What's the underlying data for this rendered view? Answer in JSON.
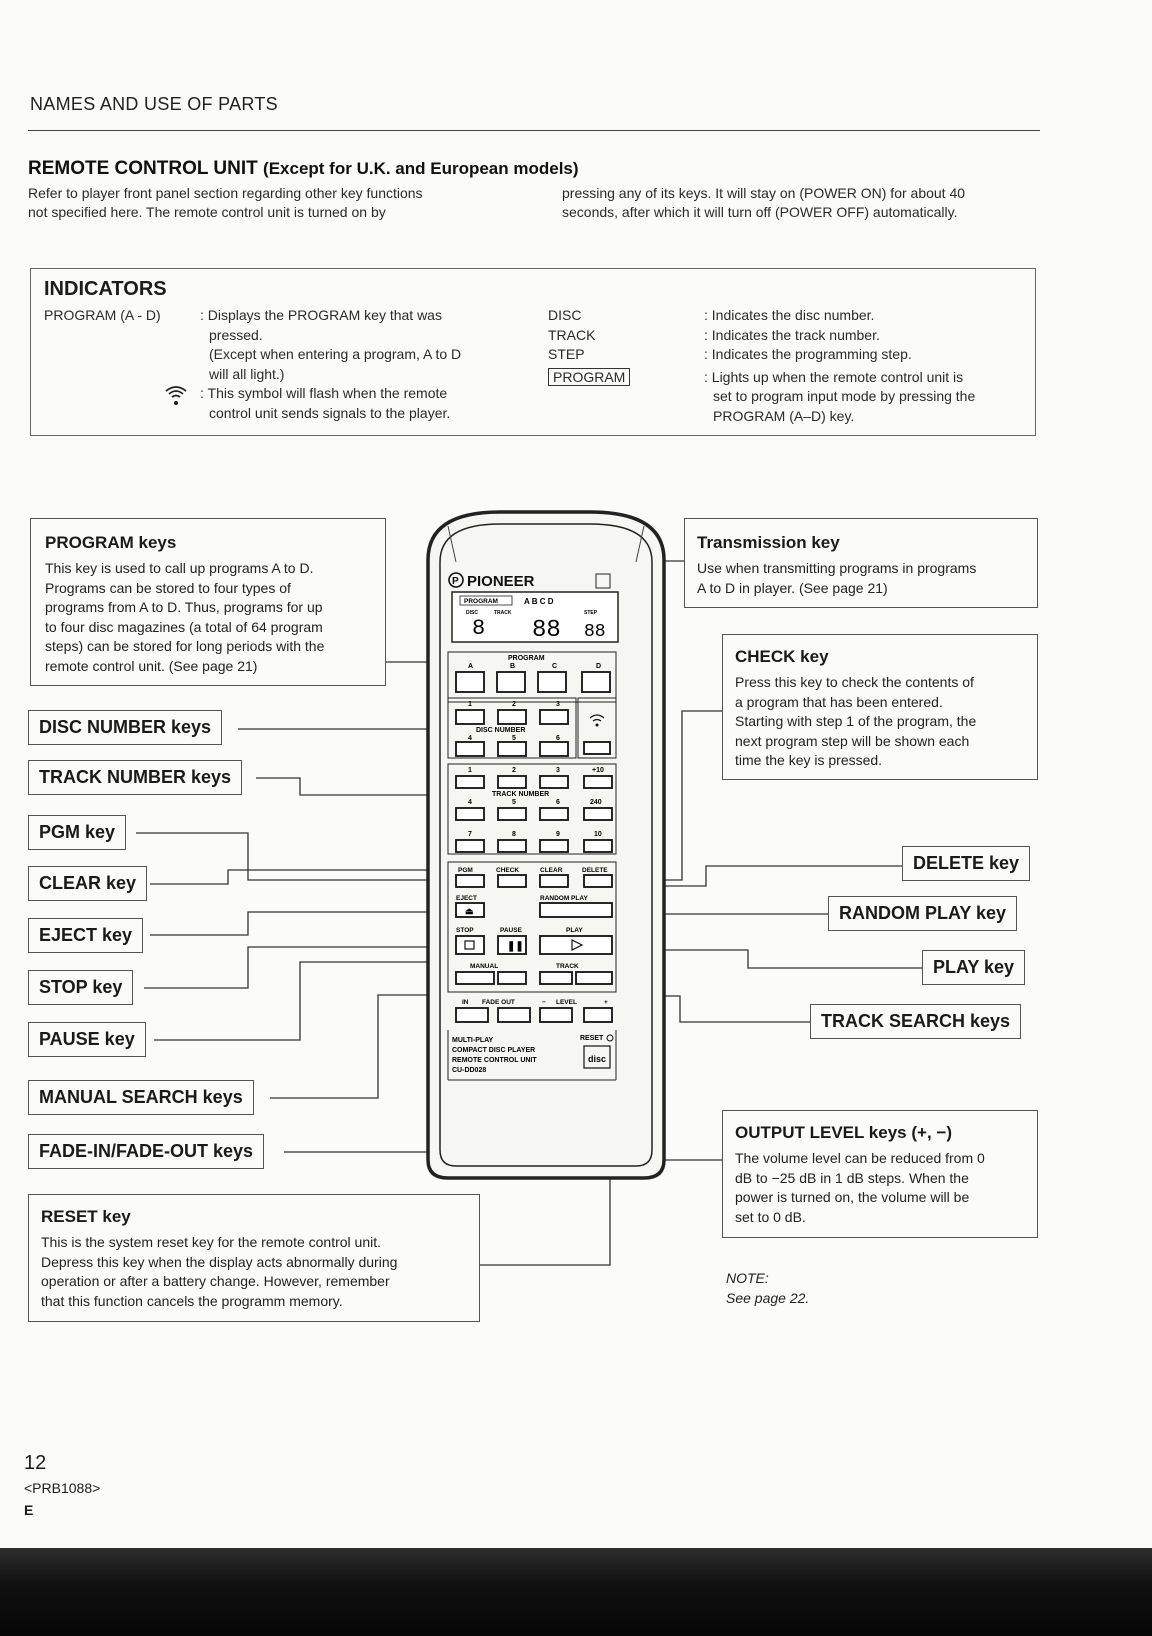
{
  "header": {
    "section_title": "NAMES AND USE OF PARTS"
  },
  "remote_control": {
    "title": "REMOTE CONTROL UNIT",
    "subtitle": "(Except for U.K. and European models)",
    "intro_left_1": "Refer to player front panel section regarding other key functions",
    "intro_left_2": "not specified here. The remote control unit is turned on by",
    "intro_right_1": "pressing any of its keys. It will stay on (POWER ON) for about 40",
    "intro_right_2": "seconds, after which it will turn off (POWER OFF) automatically."
  },
  "indicators": {
    "title": "INDICATORS",
    "program_label": "PROGRAM (A - D)",
    "program_desc_1": ": Displays the PROGRAM key that was",
    "program_desc_2": "pressed.",
    "program_desc_3": "(Except when entering a program, A to D",
    "program_desc_4": "will all light.)",
    "signal_desc_1": ": This symbol will flash when the remote",
    "signal_desc_2": "control unit sends signals to the player.",
    "disc_label": "DISC",
    "track_label": "TRACK",
    "step_label": "STEP",
    "program_box_label": "PROGRAM",
    "disc_desc": ": Indicates the disc number.",
    "track_desc": ": Indicates the track number.",
    "step_desc": ": Indicates the programming step.",
    "program_box_desc_1": ": Lights up when the remote control unit is",
    "program_box_desc_2": "set to program input mode by pressing the",
    "program_box_desc_3": "PROGRAM (A–D) key."
  },
  "callouts": {
    "program_keys": {
      "title": "PROGRAM keys",
      "lines": [
        "This key is used to call up programs A to D.",
        "Programs can be stored to four types of",
        "programs from A to D. Thus, programs for up",
        "to four disc magazines (a total of 64 program",
        "steps) can be stored for long periods with the",
        "remote control unit. (See page 21)"
      ]
    },
    "transmission_key": {
      "title": "Transmission key",
      "lines": [
        "Use when transmitting programs in programs",
        "A to D in player. (See page 21)"
      ]
    },
    "check_key": {
      "title": "CHECK key",
      "lines": [
        "Press this key to check the contents of",
        "a program that has been entered.",
        "Starting with step 1 of the program, the",
        "next program step will be shown each",
        "time the key is pressed."
      ]
    },
    "output_level": {
      "title": "OUTPUT LEVEL keys (+, −)",
      "lines": [
        "The volume level can be reduced from 0",
        "dB to −25 dB in 1 dB steps. When the",
        "power is turned on, the volume will be",
        "set to 0 dB."
      ]
    },
    "reset_key": {
      "title": "RESET key",
      "lines": [
        "This is the system reset key for the remote control unit.",
        "Depress this key when the display acts abnormally during",
        "operation or after a battery change. However, remember",
        "that this function cancels the programm memory."
      ]
    },
    "labels": {
      "disc_number": "DISC NUMBER keys",
      "track_number": "TRACK NUMBER keys",
      "pgm": "PGM key",
      "clear": "CLEAR key",
      "eject": "EJECT key",
      "stop": "STOP key",
      "pause": "PAUSE key",
      "manual_search": "MANUAL SEARCH keys",
      "fade": "FADE-IN/FADE-OUT keys",
      "delete": "DELETE key",
      "random_play": "RANDOM PLAY key",
      "play": "PLAY key",
      "track_search": "TRACK SEARCH keys"
    }
  },
  "remote_device": {
    "brand": "PIONEER",
    "display_program": "PROGRAM",
    "display_abcd": "A  B  C  D",
    "display_disc_digit": "8",
    "display_track_digits": "88",
    "display_step_digits": "88",
    "display_disc": "DISC",
    "display_track": "TRACK",
    "display_step": "STEP",
    "program_row": "PROGRAM",
    "prog_a": "A",
    "prog_b": "B",
    "prog_c": "C",
    "prog_d": "D",
    "disc_number_label": "DISC NUMBER",
    "d1": "1",
    "d2": "2",
    "d3": "3",
    "d4": "4",
    "d5": "5",
    "d6": "6",
    "track_number_label": "TRACK NUMBER",
    "t1": "1",
    "t2": "2",
    "t3": "3",
    "t10p": "+10",
    "t4": "4",
    "t5": "5",
    "t6": "6",
    "t240": "240",
    "t7": "7",
    "t8": "8",
    "t9": "9",
    "t10": "10",
    "pgm": "PGM",
    "check": "CHECK",
    "clear": "CLEAR",
    "delete": "DELETE",
    "eject": "EJECT",
    "random_play": "RANDOM PLAY",
    "stop": "STOP",
    "pause": "PAUSE",
    "play": "PLAY",
    "manual": "MANUAL",
    "track": "TRACK",
    "fade_in": "IN",
    "fade_out": "FADE OUT",
    "level": "LEVEL",
    "model_1": "MULTI-PLAY",
    "model_2": "COMPACT DISC PLAYER",
    "model_3": "REMOTE CONTROL UNIT",
    "model_4": "CU-DD028",
    "reset": "RESET"
  },
  "note": {
    "title": "NOTE:",
    "text": "See page 22."
  },
  "footer": {
    "page_number": "12",
    "code": "<PRB1088>",
    "lang": "E"
  }
}
